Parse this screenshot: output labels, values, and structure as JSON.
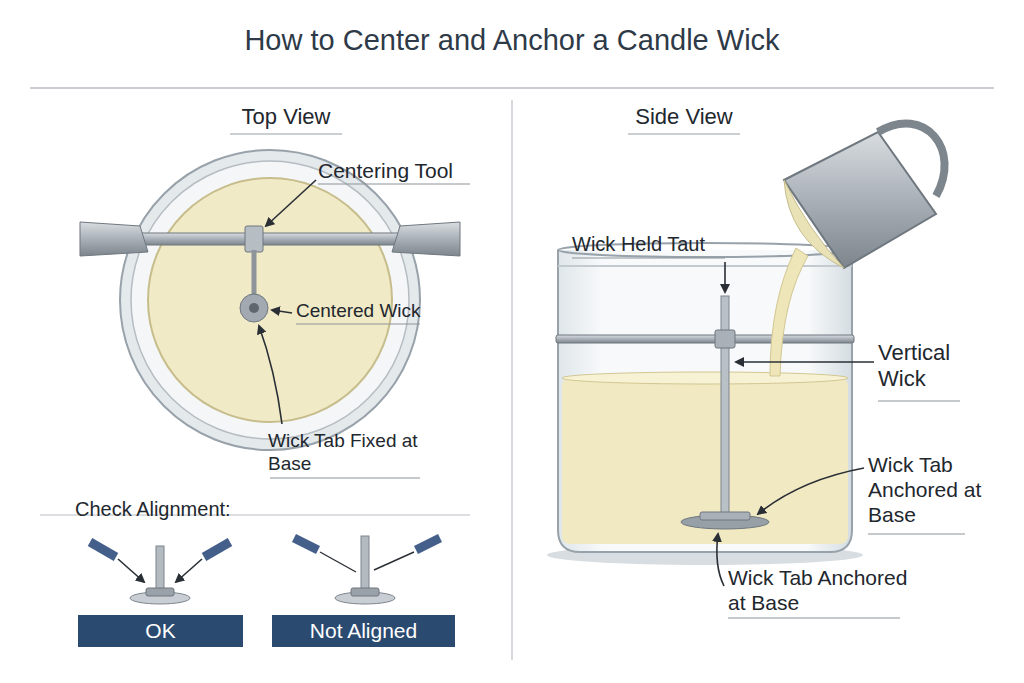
{
  "diagram": {
    "title": "How to Center and Anchor a Candle Wick",
    "nodes": [
      {
        "text": [
          "OK"
        ]
      },
      {
        "text": [
          "Not Aligned"
        ]
      }
    ],
    "labels": [
      "Top View",
      "Side View",
      "Centering Tool",
      "Centered Wick",
      "Wick Tab Fixed at Base",
      "Check Alignment:",
      "Wick Held Taut",
      "Vertical Wick",
      "Wick Tab Anchored at Base",
      "Wick Tab Anchored at Base"
    ]
  }
}
